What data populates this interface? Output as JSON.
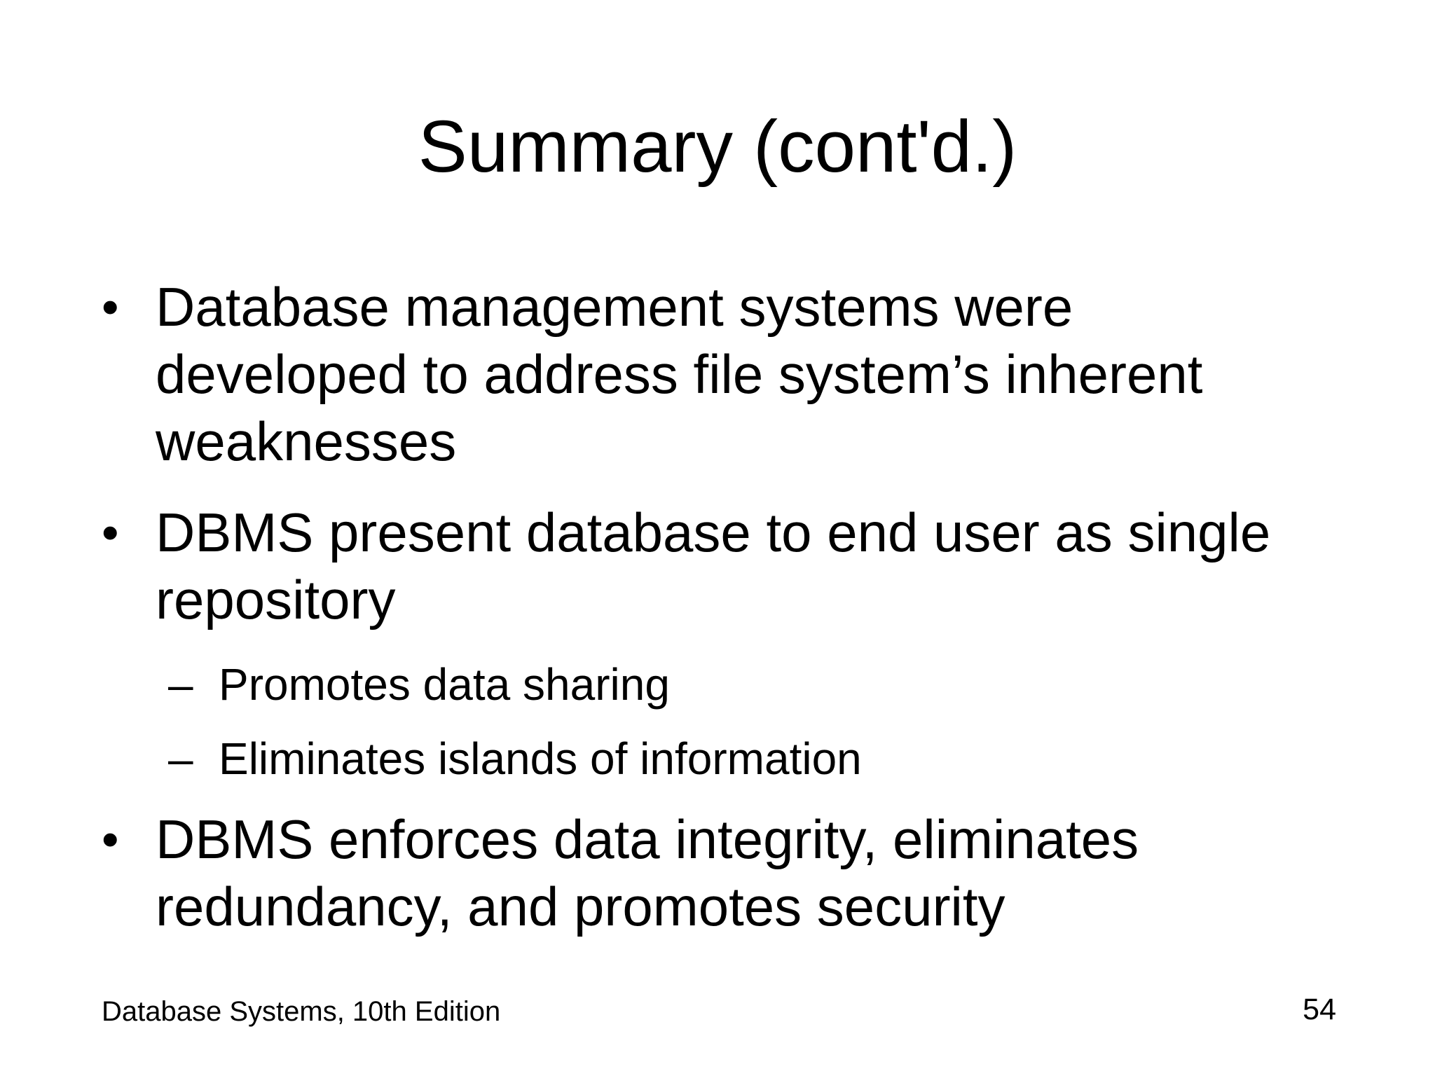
{
  "slide": {
    "title": "Summary (cont'd.)",
    "markers": {
      "level1": "•",
      "level2": "–"
    },
    "bullets": [
      {
        "level": 1,
        "lines": [
          "Database management systems were",
          "developed to address file system’s inherent",
          "weaknesses"
        ]
      },
      {
        "level": 1,
        "lines": [
          "DBMS present database to end user as single",
          "repository"
        ]
      },
      {
        "level": 2,
        "lines": [
          "Promotes data sharing"
        ]
      },
      {
        "level": 2,
        "lines": [
          "Eliminates islands of information"
        ]
      },
      {
        "level": 1,
        "lines": [
          "DBMS enforces data integrity, eliminates",
          "redundancy, and promotes security"
        ]
      }
    ],
    "footer": {
      "left_text": "Database Systems, 10th Edition",
      "page_number": "54"
    },
    "colors": {
      "background": "#ffffff",
      "text": "#000000"
    }
  }
}
